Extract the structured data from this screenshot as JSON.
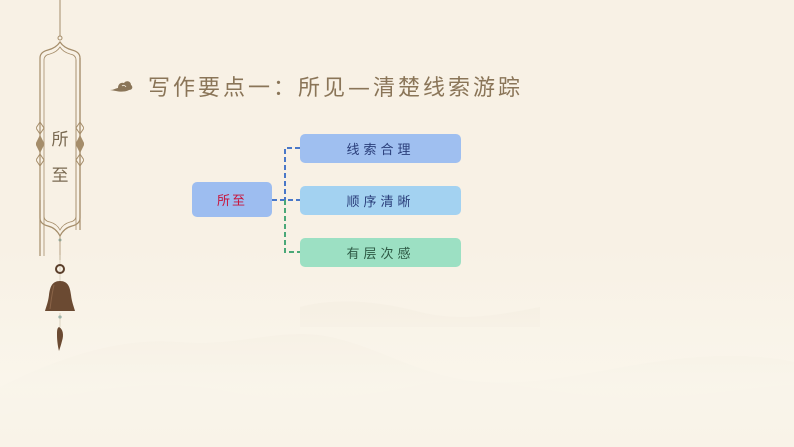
{
  "slide": {
    "banner_text": [
      "所",
      "至"
    ],
    "title": "写作要点一：所见—清楚线索游踪",
    "title_icon": "auspicious-cloud-icon"
  },
  "mindmap": {
    "root": "所至",
    "children": [
      {
        "label": "线索合理",
        "color": "#9fbff0"
      },
      {
        "label": "顺序清晰",
        "color": "#a3d2f1"
      },
      {
        "label": "有层次感",
        "color": "#9ce0c3"
      }
    ],
    "colors": {
      "root_bg": "#9dbdf0",
      "root_text": "#c8143c",
      "connector_blue": "#4a78c8",
      "connector_green": "#4aa878"
    }
  },
  "colors": {
    "background": "#f8f1e5",
    "title_text": "#8a7558",
    "banner_line": "#a58d6a",
    "bell": "#6b4a32"
  }
}
